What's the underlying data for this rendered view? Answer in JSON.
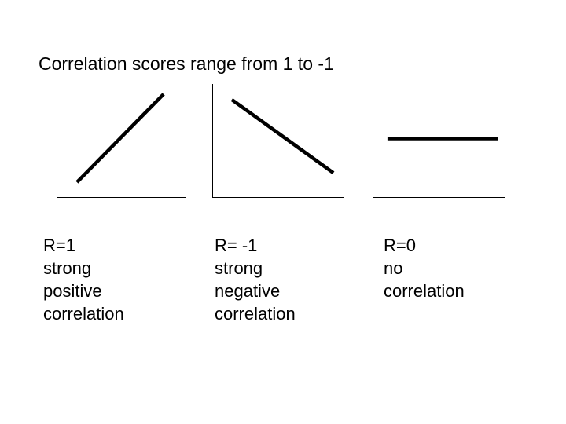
{
  "title": "Correlation scores range from 1 to -1",
  "colors": {
    "background": "#ffffff",
    "ink": "#000000"
  },
  "panels": [
    {
      "name": "strong positive",
      "caption": "R=1\nstrong\npositive\ncorrelation"
    },
    {
      "name": "strong negative",
      "caption": "R= -1\nstrong\nnegative\ncorrelation"
    },
    {
      "name": "no correlation",
      "caption": "R=0\nno\ncorrelation"
    }
  ],
  "chart_data": [
    {
      "type": "line",
      "title": "R=1 strong positive correlation",
      "x": [
        0.152,
        0.824
      ],
      "y": [
        0.132,
        0.917
      ],
      "xlabel": "",
      "ylabel": "",
      "ticks": "none",
      "grid": false,
      "legend": "none",
      "note": "schematic rising straight line on bare L-shaped axes, no tick marks or numeric labels"
    },
    {
      "type": "line",
      "title": "R= -1 strong negative correlation",
      "x": [
        0.144,
        0.922
      ],
      "y": [
        0.862,
        0.214
      ],
      "xlabel": "",
      "ylabel": "",
      "ticks": "none",
      "grid": false,
      "legend": "none",
      "note": "schematic falling straight line on bare L-shaped axes, no tick marks or numeric labels"
    },
    {
      "type": "line",
      "title": "R=0 no correlation",
      "x": [
        0.107,
        0.946
      ],
      "y": [
        0.521,
        0.521
      ],
      "xlabel": "",
      "ylabel": "",
      "ticks": "none",
      "grid": false,
      "legend": "none",
      "note": "schematic horizontal straight line on bare L-shaped axes, no tick marks or numeric labels"
    }
  ]
}
